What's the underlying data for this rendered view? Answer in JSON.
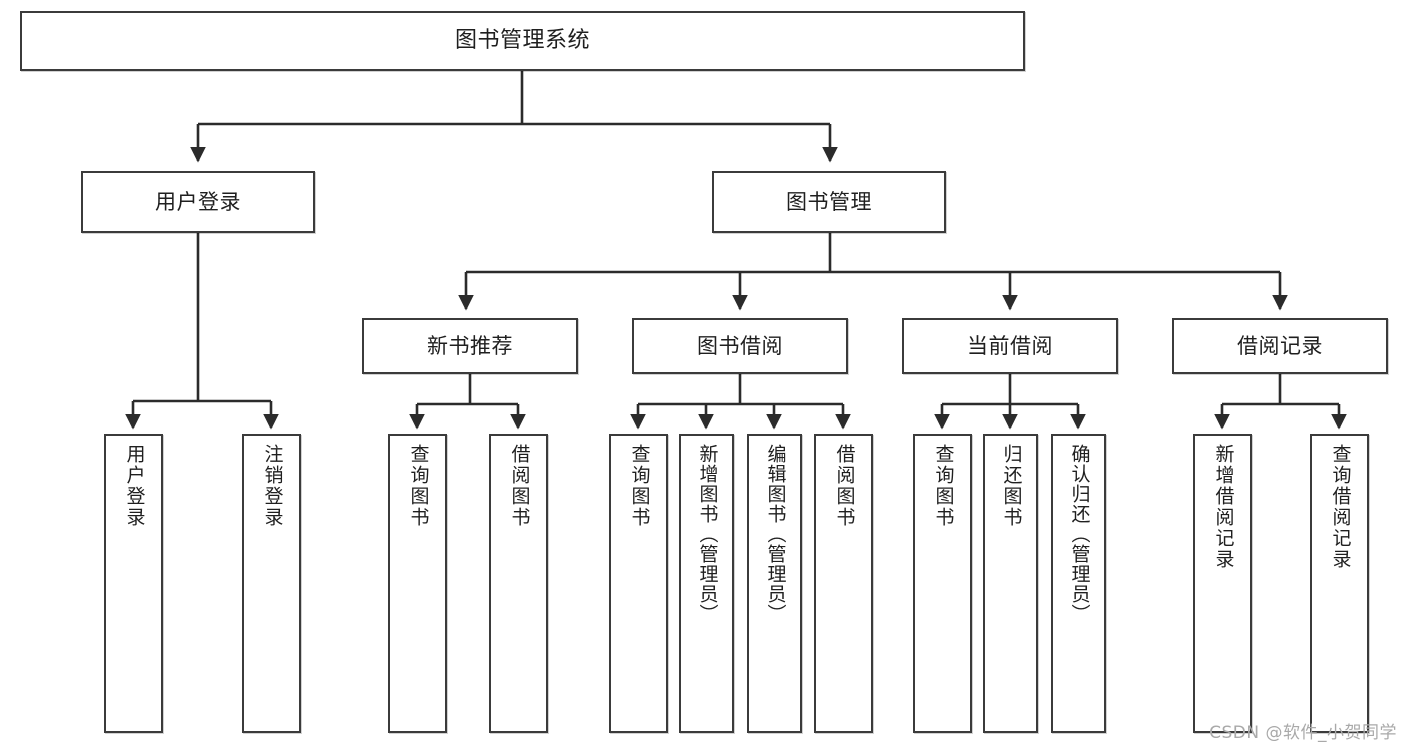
{
  "diagram": {
    "title": "图书管理系统",
    "type": "tree",
    "watermark": "CSDN @软件_小贺同学",
    "colors": {
      "box_border": "#3b3b3b",
      "box_fill": "#ffffff",
      "connector": "#2b2b2b",
      "text": "#1f1f1f",
      "watermark": "#a9a9a9"
    },
    "root": {
      "label": "图书管理系统"
    },
    "level2": [
      {
        "label": "用户登录"
      },
      {
        "label": "图书管理"
      }
    ],
    "level3": [
      {
        "label": "新书推荐"
      },
      {
        "label": "图书借阅"
      },
      {
        "label": "当前借阅"
      },
      {
        "label": "借阅记录"
      }
    ],
    "leaves": {
      "user_login": [
        {
          "label": "用户登录"
        },
        {
          "label": "注销登录"
        }
      ],
      "new_book": [
        {
          "label": "查询图书"
        },
        {
          "label": "借阅图书"
        }
      ],
      "borrow_book": [
        {
          "label": "查询图书"
        },
        {
          "label": "新增图书（管理员）"
        },
        {
          "label": "编辑图书（管理员）"
        },
        {
          "label": "借阅图书"
        }
      ],
      "current_borrow": [
        {
          "label": "查询图书"
        },
        {
          "label": "归还图书"
        },
        {
          "label": "确认归还（管理员）"
        }
      ],
      "borrow_record": [
        {
          "label": "新增借阅记录"
        },
        {
          "label": "查询借阅记录"
        }
      ]
    }
  }
}
